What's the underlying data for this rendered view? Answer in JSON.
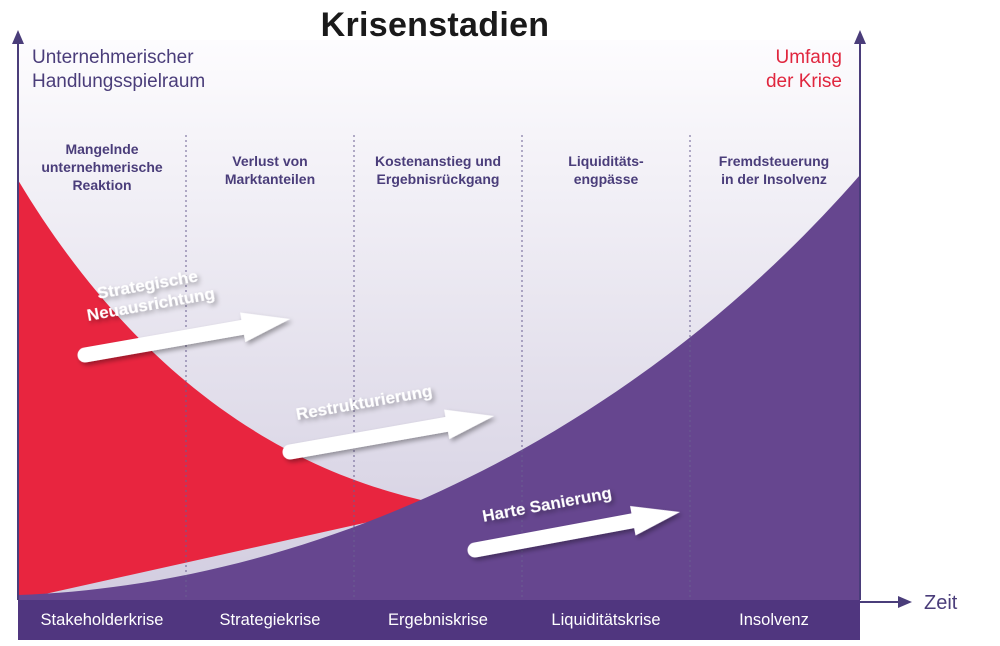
{
  "title": "Krisenstadien",
  "y_axis_left_label": [
    "Unternehmerischer",
    "Handlungsspielraum"
  ],
  "y_axis_right_label": [
    "Umfang",
    "der Krise"
  ],
  "x_axis_label": "Zeit",
  "phases": [
    [
      "Mangelnde",
      "unternehmerische",
      "Reaktion"
    ],
    [
      "Verlust von",
      "Marktanteilen"
    ],
    [
      "Kostenanstieg und",
      "Ergebnisrückgang"
    ],
    [
      "Liquiditäts-",
      "engpässe"
    ],
    [
      "Fremdsteuerung",
      "in der Insolvenz"
    ]
  ],
  "stages": [
    "Stakeholderkrise",
    "Strategiekrise",
    "Ergebniskrise",
    "Liquiditätskrise",
    "Insolvenz"
  ],
  "measures": [
    "Strategische Neuausrichtung",
    "Restrukturierung",
    "Harte Sanierung"
  ],
  "measure_lines": [
    [
      "Strategische",
      "Neuausrichtung"
    ],
    [
      "Restrukturierung"
    ],
    [
      "Harte Sanierung"
    ]
  ],
  "colors": {
    "handlungsspielraum": "#e8253f",
    "krise": "#66468f",
    "background_top": "#fdfcfe",
    "background_bottom": "#d2cde0",
    "stage_bar": "#50367f",
    "axis": "#4a3d7a",
    "phase_text": "#4a3d7a"
  }
}
